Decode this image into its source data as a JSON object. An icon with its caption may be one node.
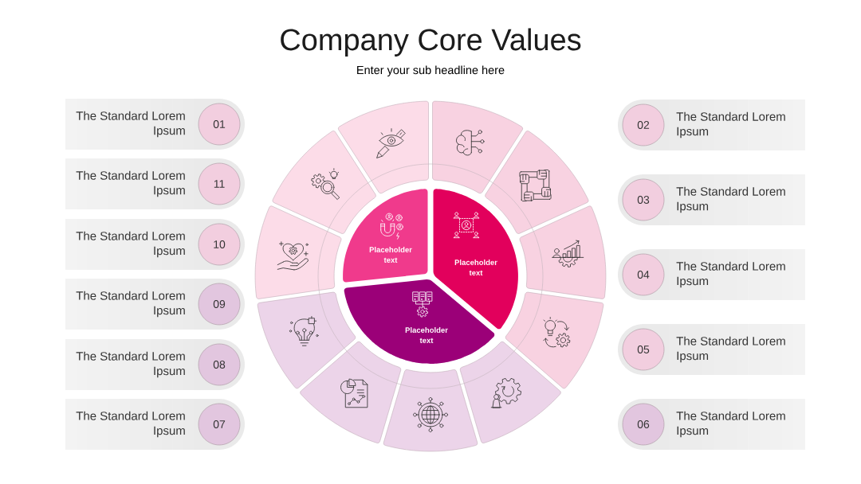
{
  "diagram": {
    "title": "Company Core Values",
    "nodes": [
      {
        "text": [
          "The Standard Lorem Ipsum"
        ]
      },
      {
        "text": [
          "01"
        ],
        "in": 0
      },
      {
        "text": [
          "The Standard Lorem Ipsum"
        ]
      },
      {
        "text": [
          "02"
        ],
        "in": 2
      },
      {
        "text": [
          "The Standard Lorem Ipsum"
        ]
      },
      {
        "text": [
          "03"
        ],
        "in": 4
      },
      {
        "text": [
          "The Standard Lorem Ipsum"
        ]
      },
      {
        "text": [
          "04"
        ],
        "in": 6
      },
      {
        "text": [
          "The Standard Lorem Ipsum"
        ]
      },
      {
        "text": [
          "05"
        ],
        "in": 8
      },
      {
        "text": [
          "The Standard Lorem Ipsum"
        ]
      },
      {
        "text": [
          "06"
        ],
        "in": 10
      },
      {
        "text": [
          "The Standard Lorem Ipsum"
        ]
      },
      {
        "text": [
          "07"
        ],
        "in": 12
      },
      {
        "text": [
          "The Standard Lorem Ipsum"
        ]
      },
      {
        "text": [
          "08"
        ],
        "in": 14
      },
      {
        "text": [
          "The Standard Lorem Ipsum"
        ]
      },
      {
        "text": [
          "09"
        ],
        "in": 16
      },
      {
        "text": [
          "The Standard Lorem Ipsum"
        ]
      },
      {
        "text": [
          "10"
        ],
        "in": 18
      },
      {
        "text": [
          "The Standard Lorem Ipsum"
        ]
      },
      {
        "text": [
          "11"
        ],
        "in": 20
      },
      {
        "text": [],
        "shape": "sector"
      },
      {
        "text": [],
        "shape": "sector"
      },
      {
        "text": [],
        "shape": "sector"
      },
      {
        "text": [],
        "shape": "sector"
      },
      {
        "text": [],
        "shape": "sector"
      },
      {
        "text": [],
        "shape": "sector"
      },
      {
        "text": [],
        "shape": "sector"
      },
      {
        "text": [],
        "shape": "sector"
      },
      {
        "text": [],
        "shape": "sector"
      },
      {
        "text": [],
        "shape": "sector"
      },
      {
        "text": [],
        "shape": "sector"
      },
      {
        "text": [
          "Placeholder text"
        ]
      },
      {
        "text": [
          "Placeholder text"
        ]
      },
      {
        "text": [
          "Placeholder text"
        ]
      }
    ],
    "labels": [
      "Enter your sub headline here"
    ]
  }
}
